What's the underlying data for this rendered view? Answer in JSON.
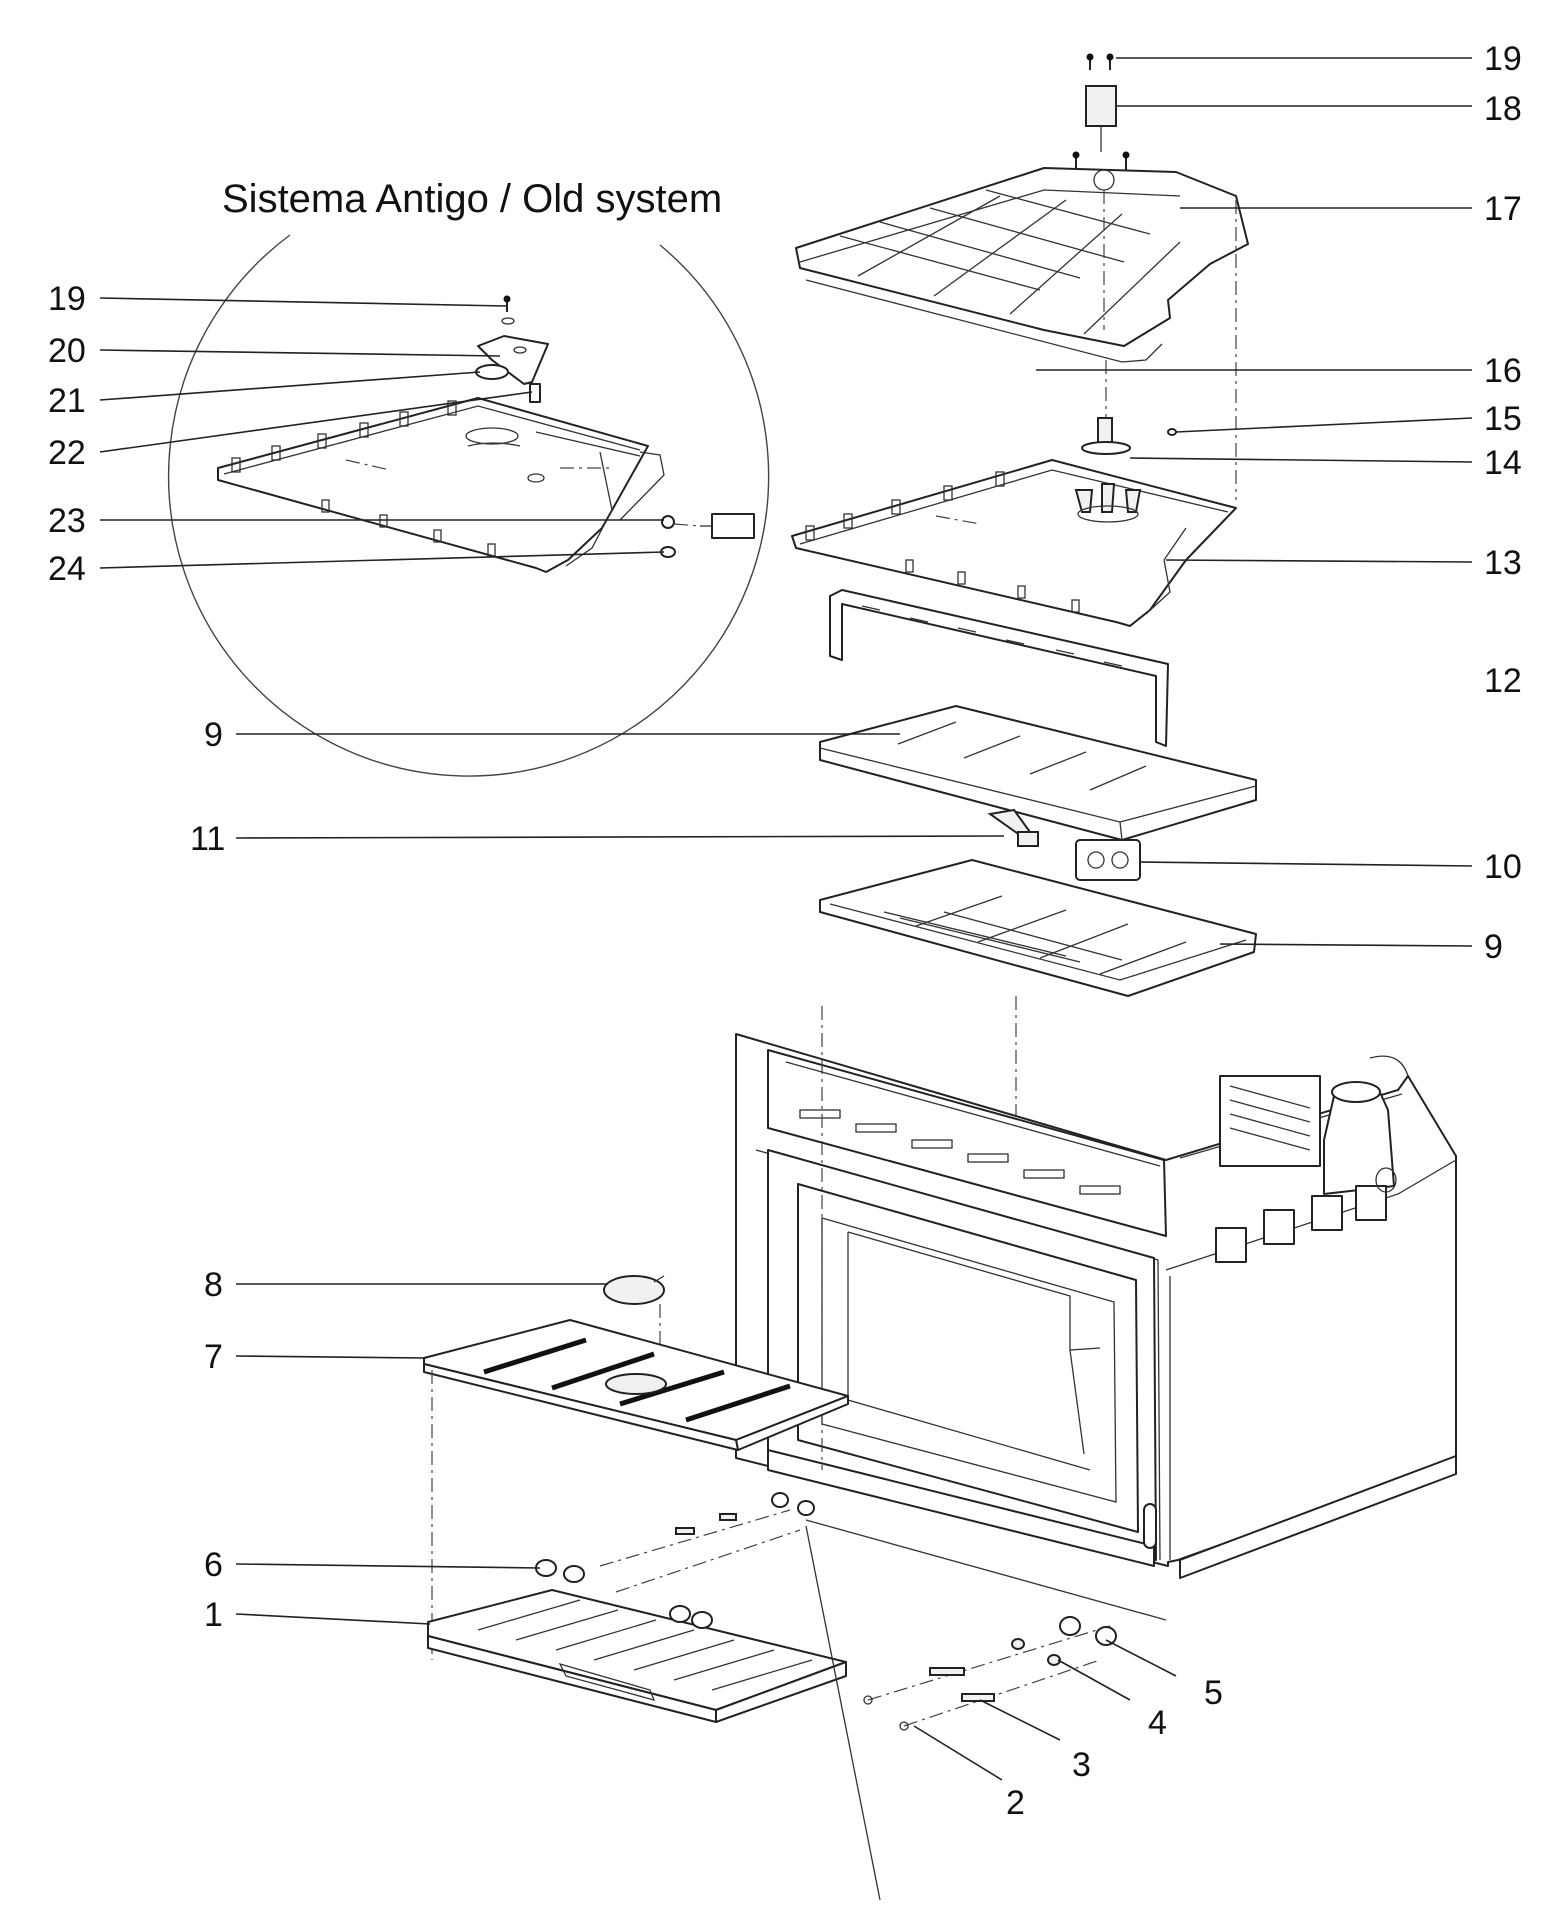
{
  "diagram": {
    "title": "Sistema Antigo / Old system",
    "callouts": {
      "c1": "1",
      "c2": "2",
      "c3": "3",
      "c4": "4",
      "c5": "5",
      "c6": "6",
      "c7": "7",
      "c8": "8",
      "c9a": "9",
      "c9b": "9",
      "c10": "10",
      "c11": "11",
      "c12": "12",
      "c13": "13",
      "c14": "14",
      "c15": "15",
      "c16": "16",
      "c17": "17",
      "c18": "18",
      "c19a": "19",
      "c19b": "19",
      "c20": "20",
      "c21": "21",
      "c22": "22",
      "c23": "23",
      "c24": "24"
    }
  }
}
